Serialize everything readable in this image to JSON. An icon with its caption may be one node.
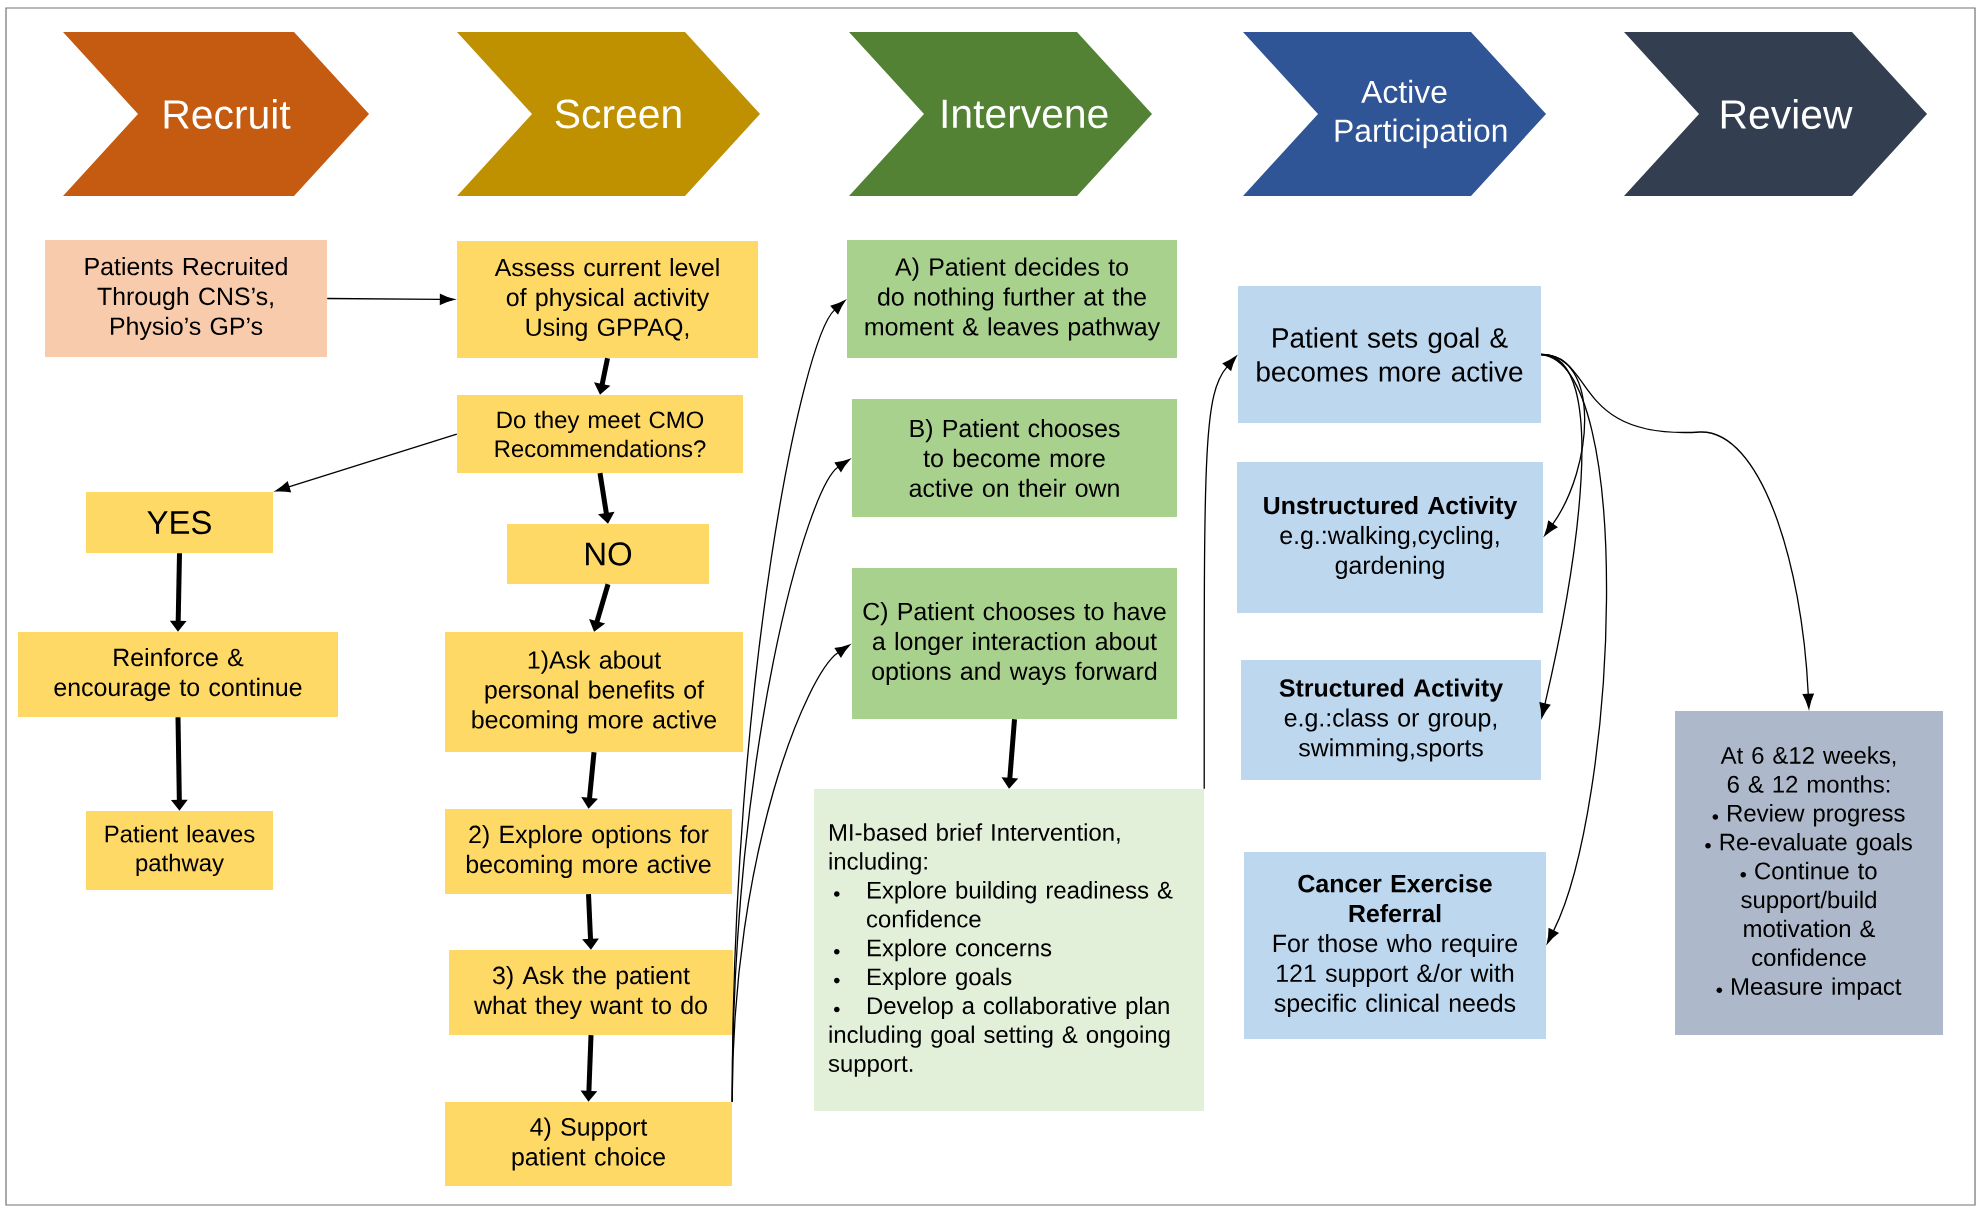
{
  "diagram": {
    "nodes": [
      {
        "text": [
          "Recruit"
        ]
      },
      {
        "text": [
          "Screen"
        ]
      },
      {
        "text": [
          "Intervene"
        ]
      },
      {
        "text": [
          "Active Participation"
        ]
      },
      {
        "text": [
          "Review"
        ]
      },
      {
        "text": [
          "Patients Recruited Through CNS’s, Physio’s GP’s"
        ]
      },
      {
        "text": [
          "Assess current level of physical activity Using GPPAQ,"
        ]
      },
      {
        "text": [
          "Do they meet CMO Recommendations?"
        ]
      },
      {
        "text": [
          "YES"
        ]
      },
      {
        "text": [
          "NO"
        ]
      },
      {
        "text": [
          "Reinforce & encourage to continue"
        ]
      },
      {
        "text": [
          "Patient leaves pathway"
        ]
      },
      {
        "text": [
          "1)Ask about personal benefits of becoming more active"
        ]
      },
      {
        "text": [
          "2) Explore options for becoming more active"
        ]
      },
      {
        "text": [
          "3) Ask the patient what they want to do"
        ]
      },
      {
        "text": [
          "4) Support patient choice"
        ]
      },
      {
        "text": [
          "A) Patient decides to do nothing further at the moment & leaves pathway"
        ]
      },
      {
        "text": [
          "B) Patient chooses to become more active on their own"
        ]
      },
      {
        "text": [
          "C) Patient chooses to have a longer interaction about options and ways forward"
        ]
      },
      {
        "text": [
          "MI-based brief Intervention, including:",
          "Explore building readiness & confidence",
          "Explore concerns",
          "Explore goals",
          "Develop a collaborative plan including goal setting & ongoing support."
        ]
      },
      {
        "text": [
          "Patient sets goal & becomes more active"
        ]
      },
      {
        "text": [
          "Unstructured Activity",
          "e.g.:walking,cycling, gardening"
        ]
      },
      {
        "text": [
          "Structured Activity",
          "e.g.:class or group, swimming,sports"
        ]
      },
      {
        "text": [
          "Cancer Exercise Referral",
          "For those who require 121 support &/or with specific clinical needs"
        ]
      },
      {
        "text": [
          "At 6 &12 weeks, 6 & 12 months:",
          "Review progress",
          "Re-evaluate goals",
          "Continue to support/build motivation & confidence",
          "Measure impact"
        ]
      }
    ],
    "edges": [
      {
        "from": 5,
        "to": 6,
        "arrow": "to"
      },
      {
        "from": 6,
        "to": 7,
        "arrow": "to",
        "style": "thick"
      },
      {
        "from": 7,
        "to": 8,
        "arrow": "to"
      },
      {
        "from": 7,
        "to": 9,
        "arrow": "to",
        "style": "thick"
      },
      {
        "from": 8,
        "to": 10,
        "arrow": "to",
        "style": "thick"
      },
      {
        "from": 10,
        "to": 11,
        "arrow": "to",
        "style": "thick"
      },
      {
        "from": 9,
        "to": 12,
        "arrow": "to",
        "style": "thick"
      },
      {
        "from": 12,
        "to": 13,
        "arrow": "to",
        "style": "thick"
      },
      {
        "from": 13,
        "to": 14,
        "arrow": "to",
        "style": "thick"
      },
      {
        "from": 14,
        "to": 15,
        "arrow": "to",
        "style": "thick"
      },
      {
        "from": 15,
        "to": 16,
        "arrow": "to"
      },
      {
        "from": 15,
        "to": 17,
        "arrow": "to"
      },
      {
        "from": 15,
        "to": 18,
        "arrow": "to"
      },
      {
        "from": 18,
        "to": 19,
        "arrow": "to",
        "style": "thick"
      },
      {
        "from": 19,
        "to": 20,
        "arrow": "to"
      },
      {
        "from": 20,
        "to": 21,
        "arrow": "to"
      },
      {
        "from": 20,
        "to": 22,
        "arrow": "to"
      },
      {
        "from": 20,
        "to": 23,
        "arrow": "to"
      },
      {
        "from": 20,
        "to": 24,
        "arrow": "to"
      }
    ]
  }
}
